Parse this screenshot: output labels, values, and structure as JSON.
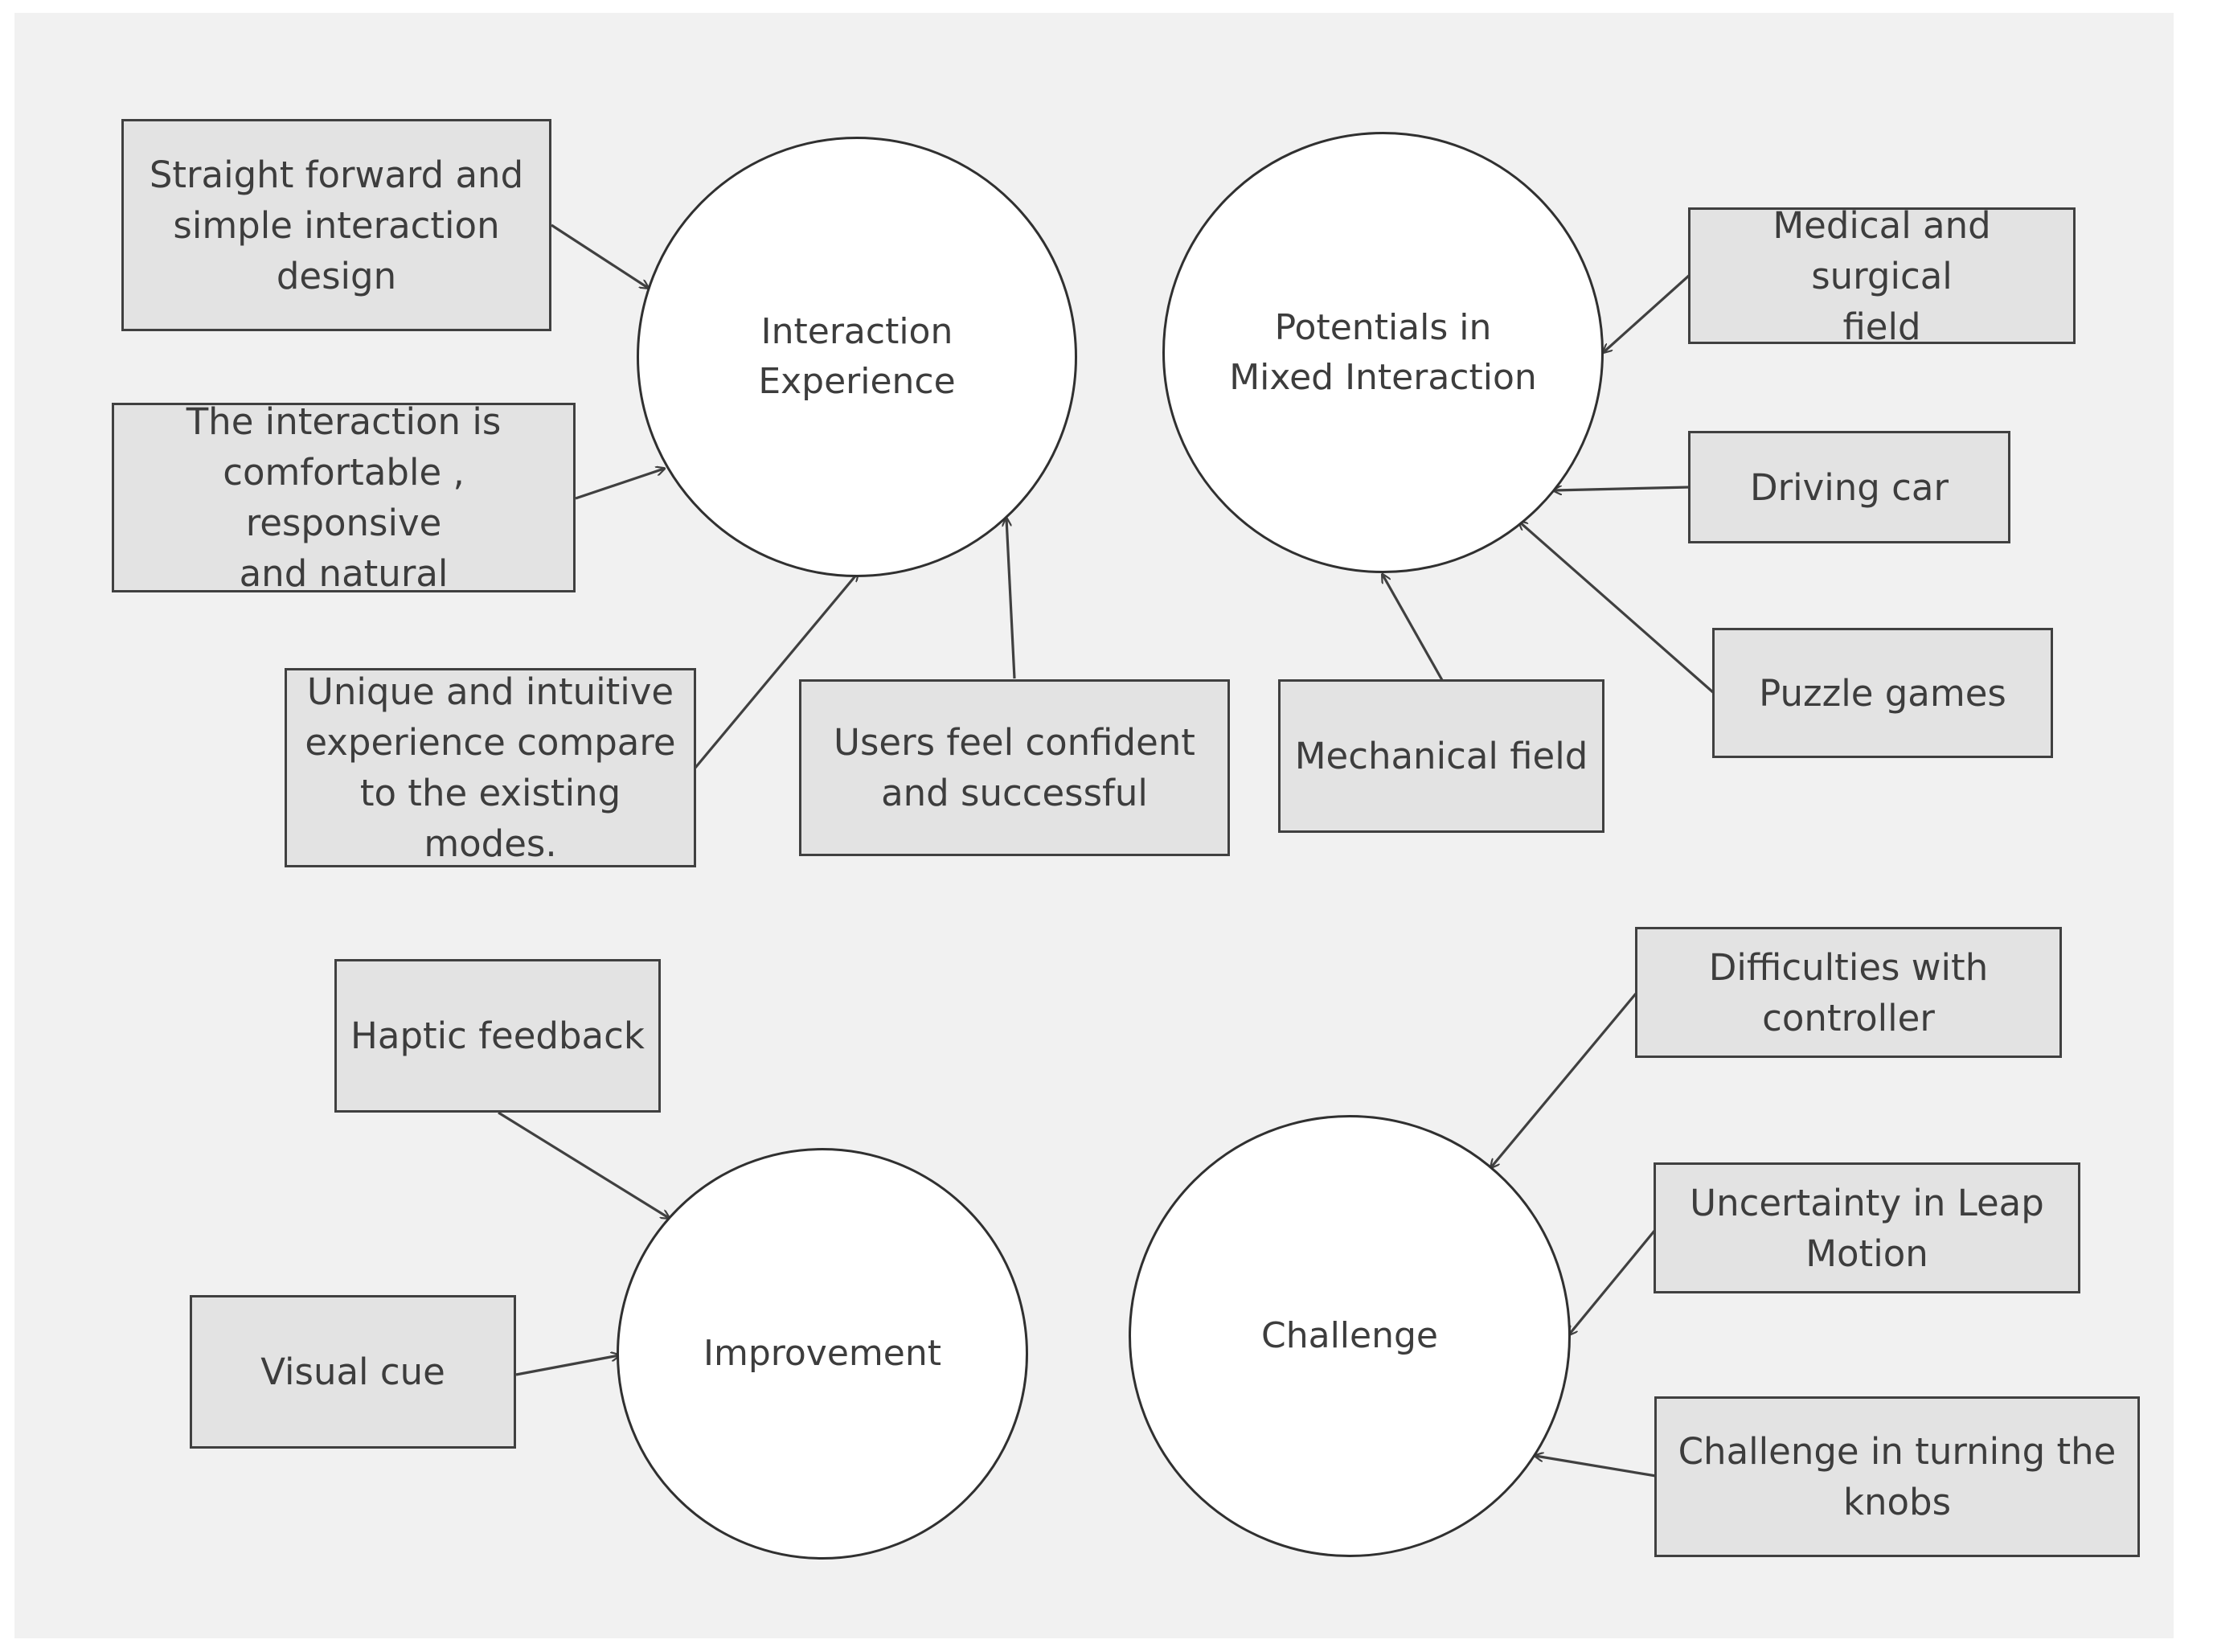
{
  "hubs": {
    "interaction_experience": "Interaction\nExperience",
    "potentials": "Potentials in\nMixed Interaction",
    "improvement": "Improvement",
    "challenge": "Challenge"
  },
  "interaction_experience_items": {
    "straightforward": "Straight forward and\nsimple interaction\ndesign",
    "comfortable": "The interaction is\ncomfortable , responsive\nand natural",
    "unique": "Unique and intuitive\nexperience compare\nto the existing modes.",
    "confident": "Users feel confident\nand successful"
  },
  "potentials_items": {
    "medical": "Medical and surgical\nfield",
    "driving": "Driving car",
    "puzzle": "Puzzle games",
    "mechanical": "Mechanical field"
  },
  "improvement_items": {
    "haptic": "Haptic feedback",
    "visual": "Visual cue"
  },
  "challenge_items": {
    "controller": "Difficulties with\ncontroller",
    "leap": "Uncertainty in Leap\nMotion",
    "knobs": "Challenge in turning the\nknobs"
  },
  "colors": {
    "background": "#f1f1f1",
    "box_fill": "#e3e3e3",
    "circle_fill": "#ffffff",
    "line": "#404040",
    "text": "#3d3d3d"
  }
}
